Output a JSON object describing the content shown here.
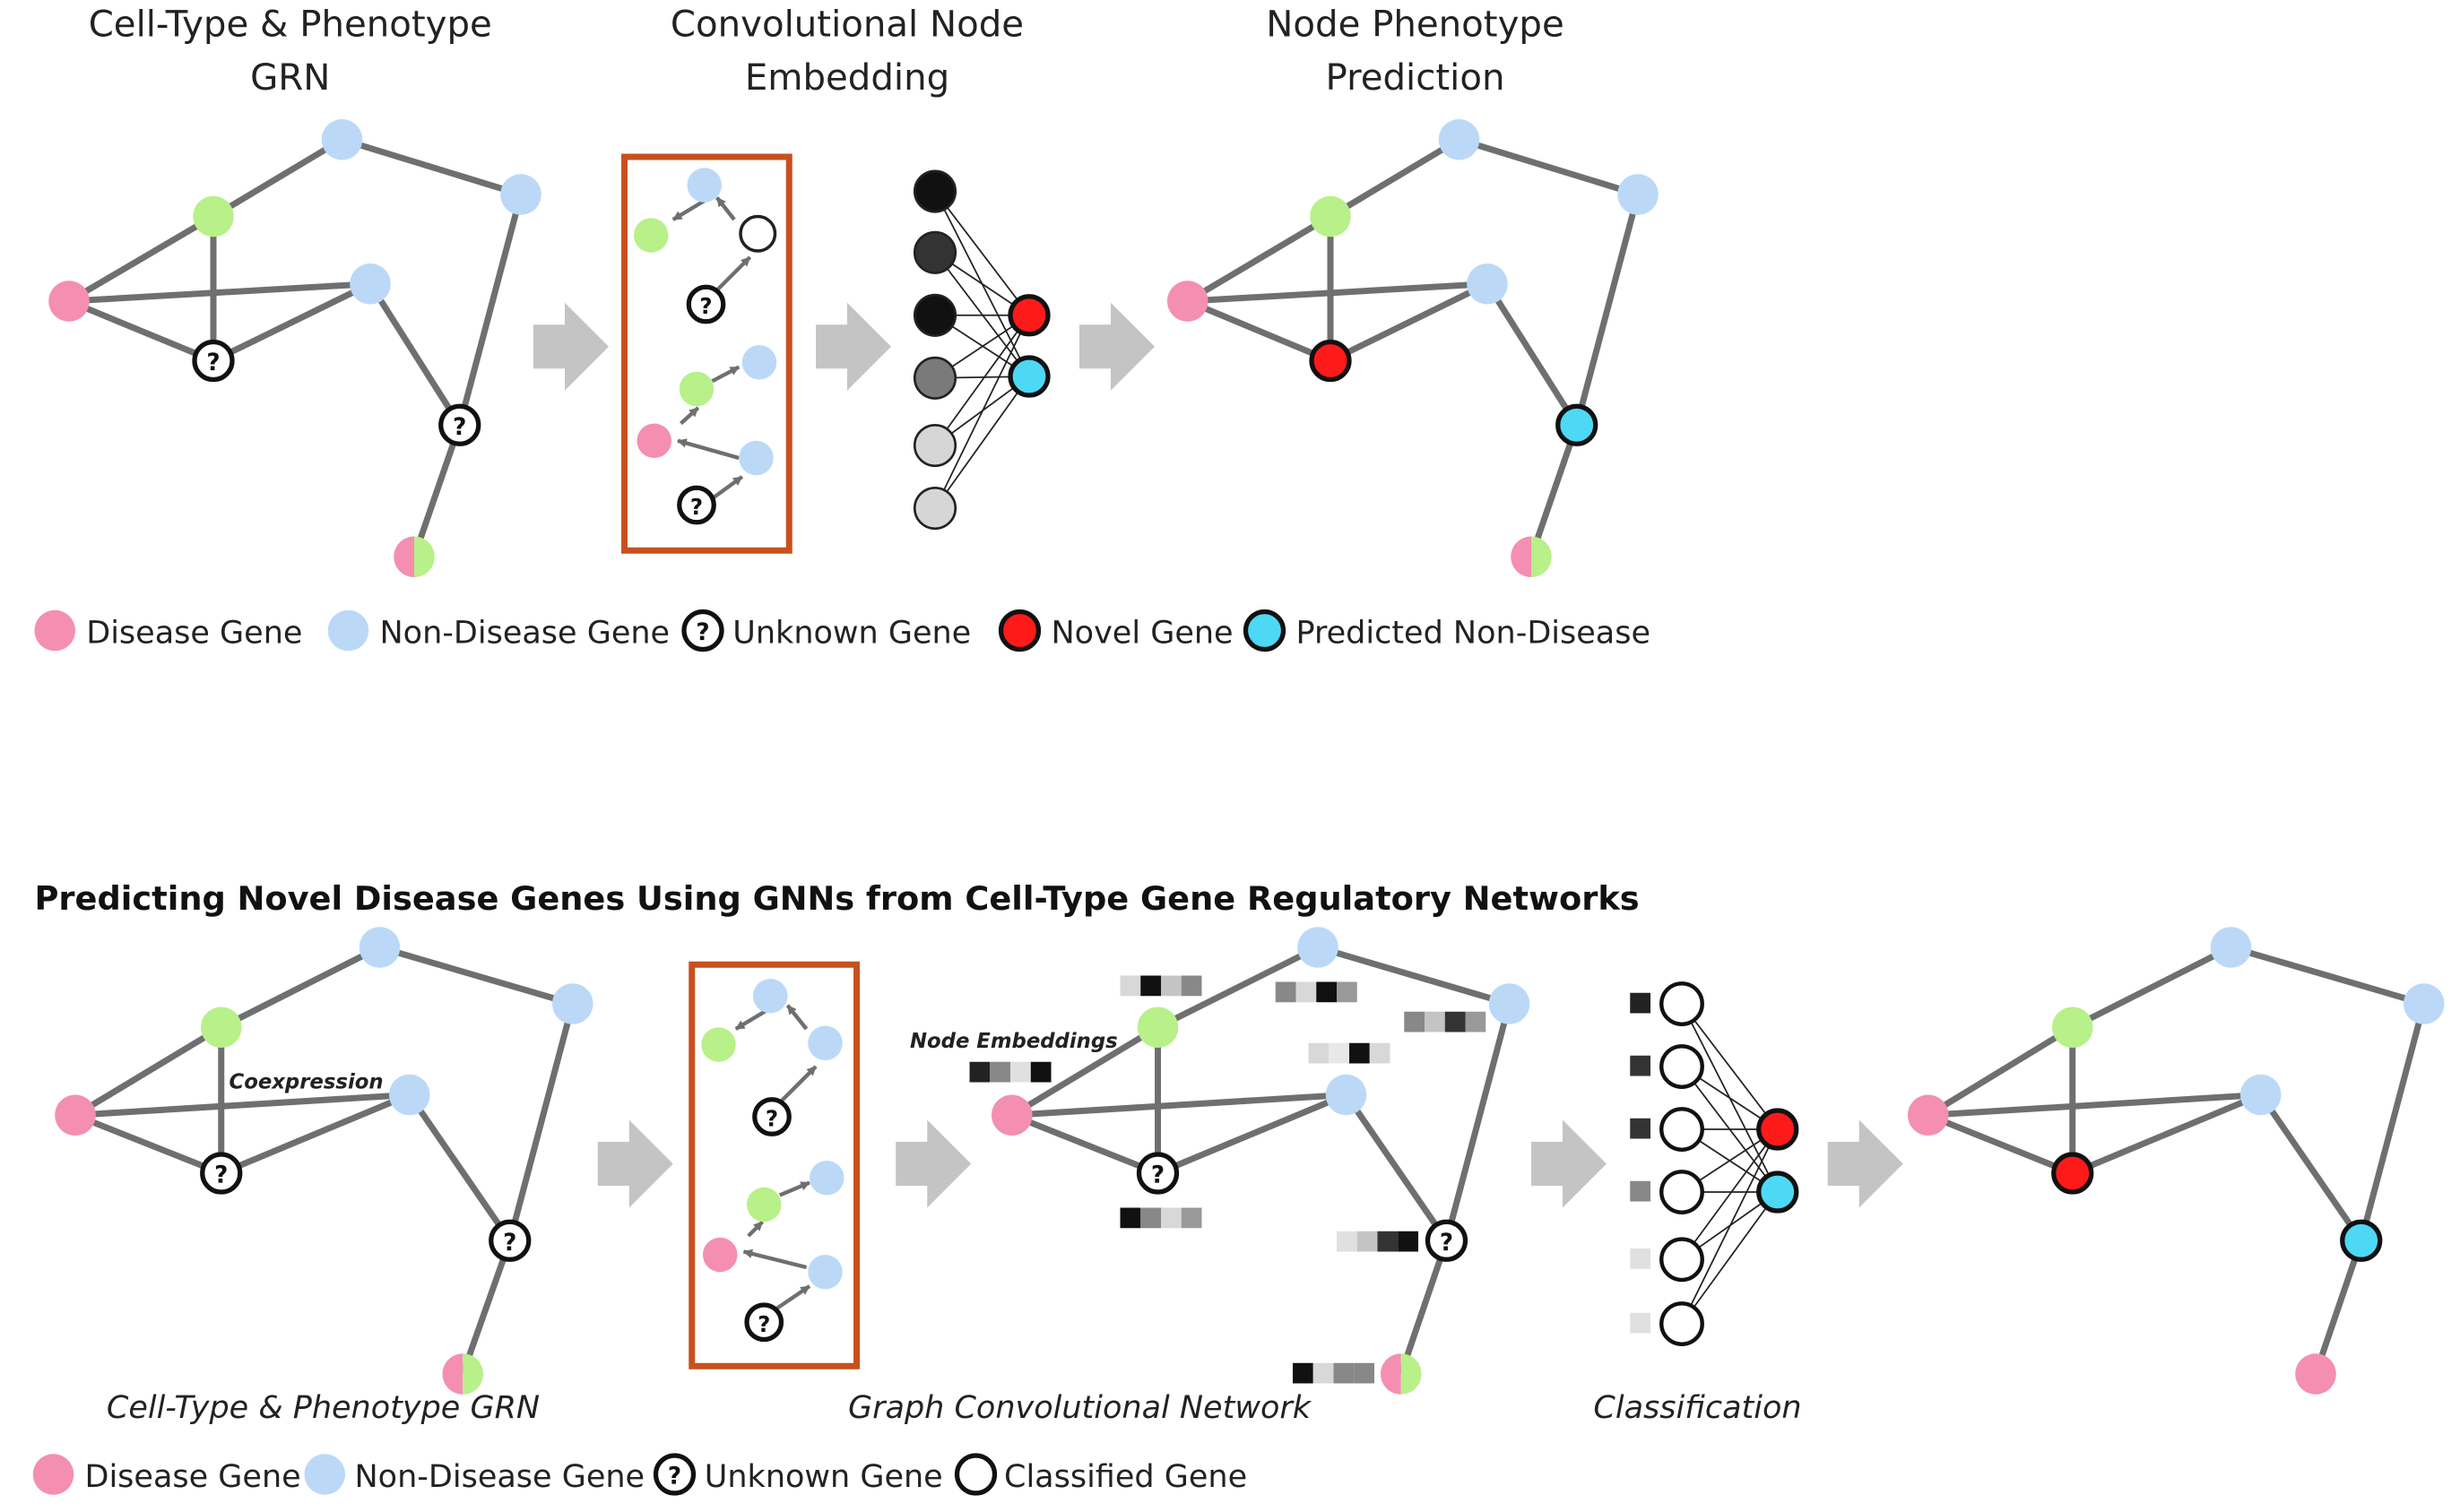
{
  "top": {
    "titles": {
      "grn": [
        "Cell-Type & Phenotype",
        "GRN"
      ],
      "embedding": [
        "Convolutional Node",
        "Embedding"
      ],
      "prediction": [
        "Node Phenotype",
        "Prediction"
      ]
    },
    "legend": [
      {
        "label": "Disease Gene",
        "kind": "disease"
      },
      {
        "label": "Non-Disease Gene",
        "kind": "nondisease"
      },
      {
        "label": "Unknown Gene",
        "kind": "unknown"
      },
      {
        "label": "Novel Gene",
        "kind": "novel"
      },
      {
        "label": "Predicted Non-Disease",
        "kind": "predicted"
      }
    ]
  },
  "bottom": {
    "title": "Predicting Novel Disease Genes Using GNNs from Cell-Type Gene Regulatory Networks",
    "annotations": {
      "coexpression": "Coexpression",
      "node_embeddings": "Node Embeddings"
    },
    "captions": {
      "grn": "Cell-Type & Phenotype GRN",
      "gcn": "Graph Convolutional Network",
      "classification": "Classification"
    },
    "legend": [
      {
        "label": "Disease Gene",
        "kind": "disease"
      },
      {
        "label": "Non-Disease Gene",
        "kind": "nondisease"
      },
      {
        "label": "Unknown Gene",
        "kind": "unknown"
      },
      {
        "label": "Classified Gene",
        "kind": "classified"
      }
    ]
  },
  "unknown_symbol": "?",
  "colors": {
    "disease": "#f48fb1",
    "nondisease": "#bbd9f7",
    "coexpressed": "#b8f08a",
    "novel": "#ff1a1a",
    "predicted": "#4dd8f5",
    "edge": "#6e7070",
    "box": "#c8501e",
    "arrow": "#c4c4c4"
  },
  "icons": [
    "right-arrow-icon",
    "question-mark-icon"
  ]
}
